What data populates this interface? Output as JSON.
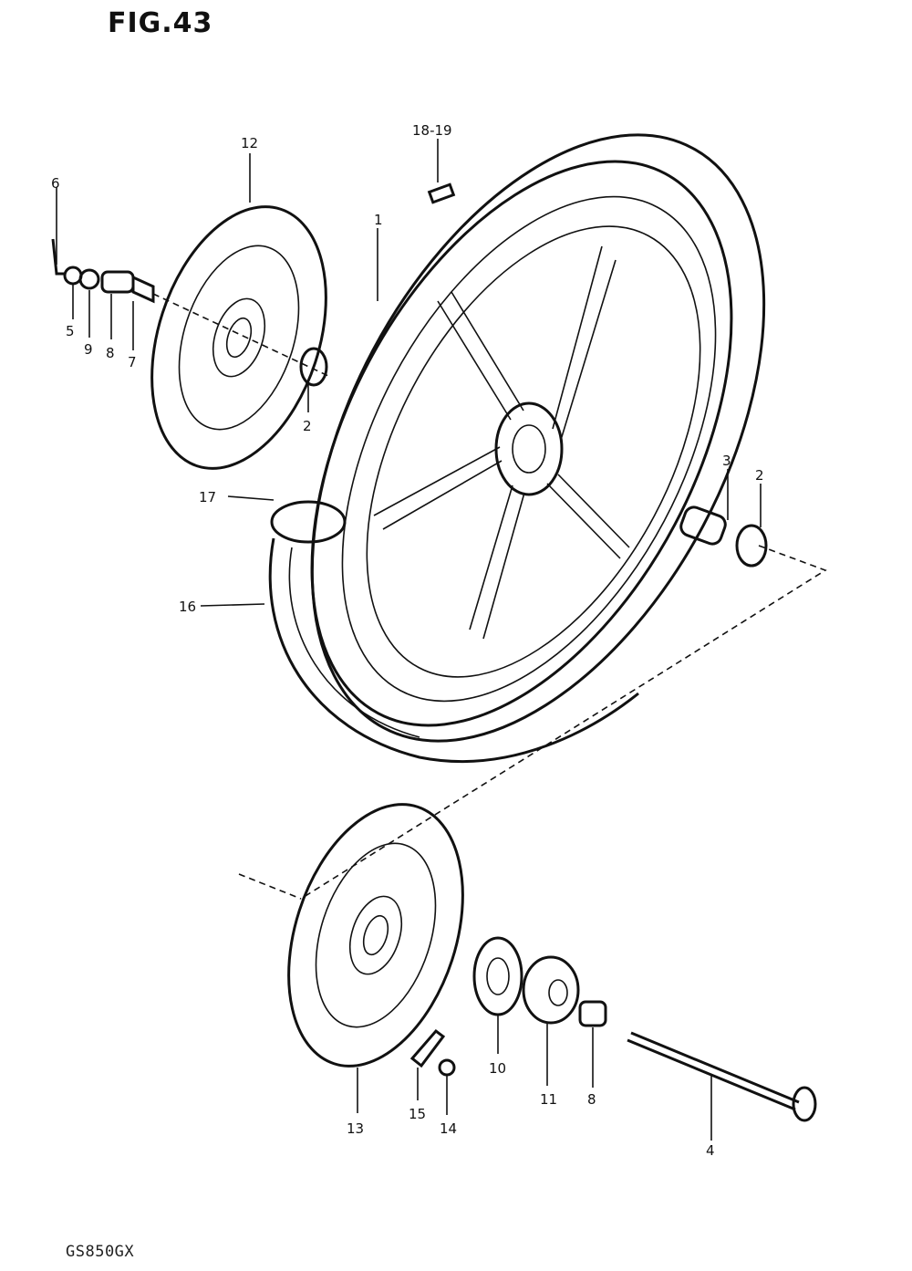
{
  "figure": {
    "title": "FIG.43",
    "model": "GS850GX"
  },
  "callouts": [
    {
      "id": "c12",
      "text": "12"
    },
    {
      "id": "c18-19",
      "text": "18-19"
    },
    {
      "id": "c6",
      "text": "6"
    },
    {
      "id": "c1",
      "text": "1"
    },
    {
      "id": "c5",
      "text": "5"
    },
    {
      "id": "c9",
      "text": "9"
    },
    {
      "id": "c8a",
      "text": "8"
    },
    {
      "id": "c7",
      "text": "7"
    },
    {
      "id": "c2a",
      "text": "2"
    },
    {
      "id": "c17",
      "text": "17"
    },
    {
      "id": "c3",
      "text": "3"
    },
    {
      "id": "c2b",
      "text": "2"
    },
    {
      "id": "c16",
      "text": "16"
    },
    {
      "id": "c13",
      "text": "13"
    },
    {
      "id": "c15",
      "text": "15"
    },
    {
      "id": "c14",
      "text": "14"
    },
    {
      "id": "c10",
      "text": "10"
    },
    {
      "id": "c11",
      "text": "11"
    },
    {
      "id": "c8b",
      "text": "8"
    },
    {
      "id": "c4",
      "text": "4"
    }
  ]
}
